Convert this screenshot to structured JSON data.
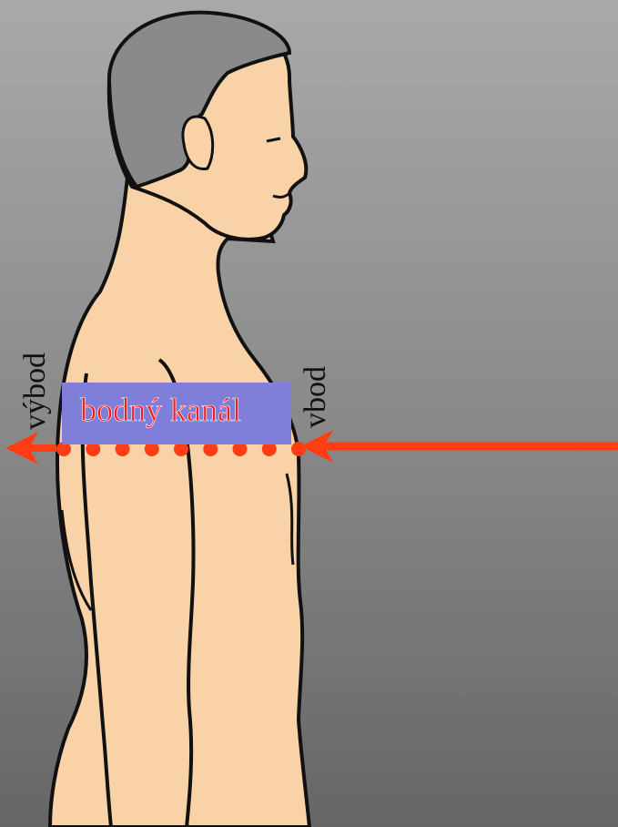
{
  "labels": {
    "box": "bodný kanál",
    "exit": "výbod",
    "entry": "vbod"
  },
  "colors": {
    "arrow": "#ff3d14",
    "box_fill": "#7f7fd9",
    "box_text": "#ff1a1a",
    "skin": "#f9d3a7",
    "hair": "#8a8a8a",
    "outline": "#111111"
  },
  "dots_count": 9
}
